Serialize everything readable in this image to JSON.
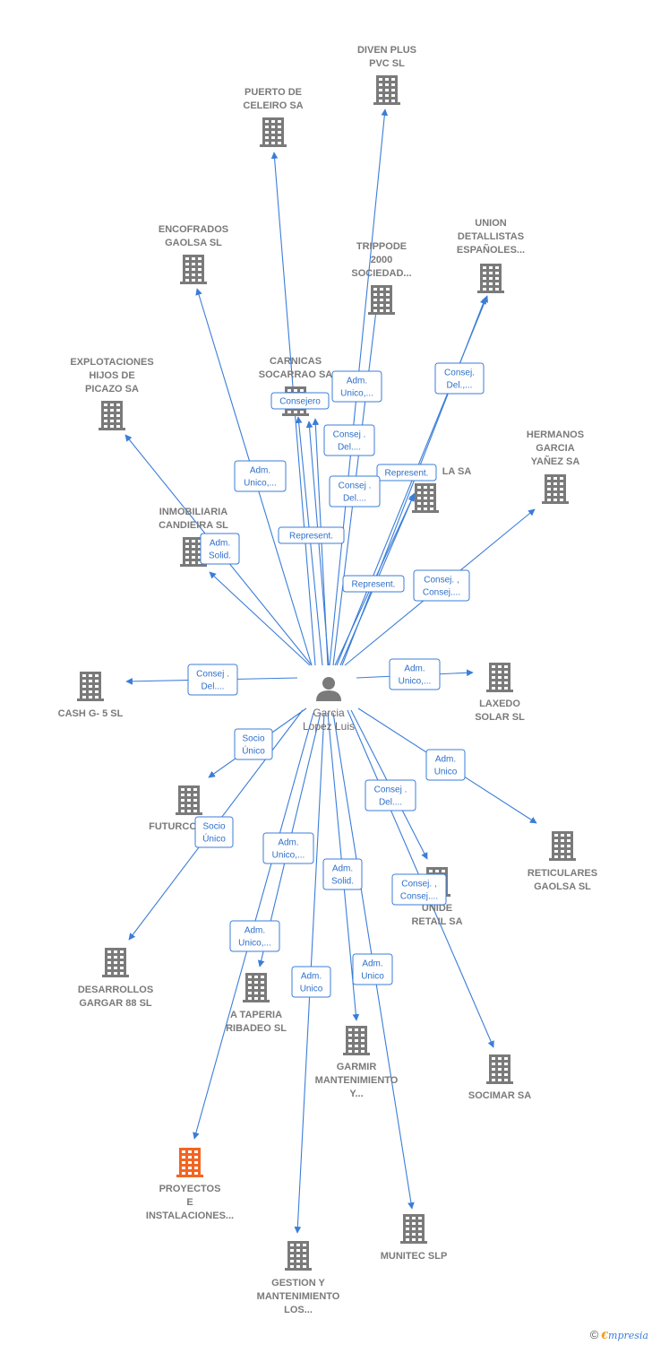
{
  "center": {
    "name": [
      "Garcia",
      "Lopez Luis"
    ],
    "icon": "person-icon"
  },
  "colors": {
    "edge": "#3b7dd8",
    "building": "#7a7a7a",
    "highlight": "#f26522"
  },
  "nodes": [
    {
      "id": "diven",
      "label": [
        "DIVEN PLUS",
        "PVC SL"
      ],
      "highlight": false
    },
    {
      "id": "puerto",
      "label": [
        "PUERTO DE",
        "CELEIRO SA"
      ],
      "highlight": false
    },
    {
      "id": "encofrados",
      "label": [
        "ENCOFRADOS",
        "GAOLSA  SL"
      ],
      "highlight": false
    },
    {
      "id": "trippode",
      "label": [
        "TRIPPODE",
        "2000",
        "SOCIEDAD..."
      ],
      "highlight": false
    },
    {
      "id": "union",
      "label": [
        "UNION",
        "DETALLISTAS",
        "ESPAÑOLES..."
      ],
      "highlight": false
    },
    {
      "id": "explotaciones",
      "label": [
        "EXPLOTACIONES",
        "HIJOS DE",
        "PICAZO SA"
      ],
      "highlight": false
    },
    {
      "id": "carnicas",
      "label": [
        "CARNICAS",
        "SOCARRAO SA"
      ],
      "highlight": false
    },
    {
      "id": "la_sa",
      "label": [
        "LA SA"
      ],
      "highlight": false
    },
    {
      "id": "hermanos",
      "label": [
        "HERMANOS",
        "GARCIA",
        "YAÑEZ SA"
      ],
      "highlight": false
    },
    {
      "id": "inmobiliaria",
      "label": [
        "INMOBILIARIA",
        "CANDIEIRA  SL"
      ],
      "highlight": false
    },
    {
      "id": "cash",
      "label": [
        "CASH G- 5  SL"
      ],
      "highlight": false
    },
    {
      "id": "laxedo",
      "label": [
        "LAXEDO",
        "SOLAR SL"
      ],
      "highlight": false
    },
    {
      "id": "futurco",
      "label": [
        "FUTURCO"
      ],
      "highlight": false
    },
    {
      "id": "reticulares",
      "label": [
        "RETICULARES",
        "GAOLSA SL"
      ],
      "highlight": false
    },
    {
      "id": "unide",
      "label": [
        "UNIDE",
        "RETAIL SA"
      ],
      "highlight": false
    },
    {
      "id": "desarrollos",
      "label": [
        "DESARROLLOS",
        "GARGAR 88  SL"
      ],
      "highlight": false
    },
    {
      "id": "taperia",
      "label": [
        "A TAPERIA",
        "RIBADEO  SL"
      ],
      "highlight": false
    },
    {
      "id": "garmir",
      "label": [
        "GARMIR",
        "MANTENIMIENTO",
        "Y..."
      ],
      "highlight": false
    },
    {
      "id": "socimar",
      "label": [
        "SOCIMAR SA"
      ],
      "highlight": false
    },
    {
      "id": "proyectos",
      "label": [
        "PROYECTOS",
        "E",
        "INSTALACIONES..."
      ],
      "highlight": true
    },
    {
      "id": "munitec",
      "label": [
        "MUNITEC SLP"
      ],
      "highlight": false
    },
    {
      "id": "gestion",
      "label": [
        "GESTION Y",
        "MANTENIMIENTO",
        "LOS..."
      ],
      "highlight": false
    }
  ],
  "relations": [
    {
      "to": "diven",
      "role": []
    },
    {
      "to": "puerto",
      "role": []
    },
    {
      "to": "encofrados",
      "role": [
        "Adm.",
        "Unico,..."
      ]
    },
    {
      "to": "trippode",
      "role": [
        "Adm.",
        "Unico,..."
      ]
    },
    {
      "to": "union",
      "role": [
        "Consej.",
        "Del.,..."
      ]
    },
    {
      "to": "union",
      "role": [
        "Represent."
      ]
    },
    {
      "to": "explotaciones",
      "role": [
        "Adm.",
        "Solid."
      ]
    },
    {
      "to": "carnicas",
      "role": [
        "Consejero"
      ]
    },
    {
      "to": "carnicas",
      "role": [
        "Consej .",
        "Del...."
      ]
    },
    {
      "to": "la_sa",
      "role": [
        "Consej .",
        "Del...."
      ]
    },
    {
      "to": "la_sa",
      "role": [
        "Represent."
      ]
    },
    {
      "to": "carnicas",
      "role": [
        "Represent."
      ]
    },
    {
      "to": "hermanos",
      "role": [
        "Consej. ,",
        "Consej...."
      ]
    },
    {
      "to": "inmobiliaria",
      "role": [
        "Adm.",
        "Solid."
      ]
    },
    {
      "to": "cash",
      "role": [
        "Consej .",
        "Del...."
      ]
    },
    {
      "to": "laxedo",
      "role": [
        "Adm.",
        "Unico,..."
      ]
    },
    {
      "to": "futurco",
      "role": [
        "Socio",
        "Único"
      ]
    },
    {
      "to": "desarrollos",
      "role": [
        "Socio",
        "Único"
      ]
    },
    {
      "to": "reticulares",
      "role": [
        "Adm.",
        "Unico"
      ]
    },
    {
      "to": "unide",
      "role": [
        "Consej .",
        "Del...."
      ]
    },
    {
      "to": "socimar",
      "role": [
        "Consej. ,",
        "Consej...."
      ]
    },
    {
      "to": "proyectos",
      "role": [
        "Adm.",
        "Unico,..."
      ]
    },
    {
      "to": "taperia",
      "role": [
        "Adm.",
        "Unico,..."
      ]
    },
    {
      "to": "garmir",
      "role": [
        "Adm.",
        "Solid."
      ]
    },
    {
      "to": "gestion",
      "role": [
        "Adm.",
        "Unico"
      ]
    },
    {
      "to": "munitec",
      "role": [
        "Adm.",
        "Unico"
      ]
    }
  ],
  "footer": {
    "copyright": "©",
    "brand_initial": "€",
    "brand_rest": "mpresia"
  }
}
